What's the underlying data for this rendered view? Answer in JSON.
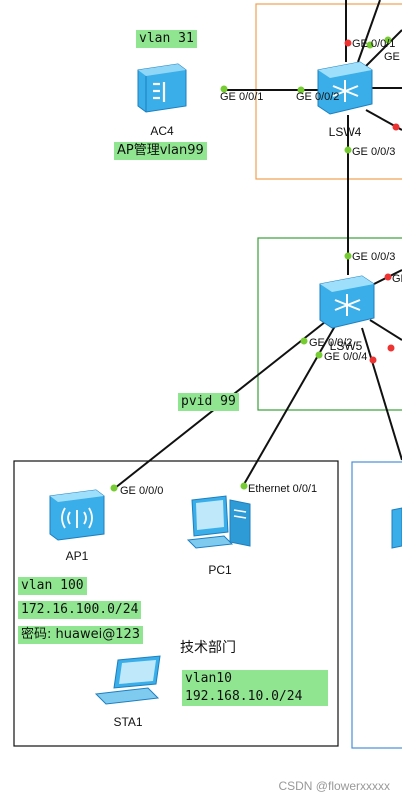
{
  "devices": {
    "ac4": "AC4",
    "lsw4": "LSW4",
    "lsw_mid": "LSW5",
    "ap1": "AP1",
    "pc1": "PC1",
    "sta1": "STA1"
  },
  "ports": {
    "ac4_port": "GE 0/0/1",
    "lsw4_ac": "GE 0/0/2",
    "lsw4_down": "GE 0/0/3",
    "lsw4_top1": "GE 0/0/1",
    "lsw4_top2": "GE",
    "mid_up": "GE 0/0/3",
    "mid_ap": "GE 0/0/2",
    "mid_pc": "GE 0/0/4",
    "mid_right": "GE",
    "ap_port": "GE 0/0/0",
    "pc_port": "Ethernet 0/0/1"
  },
  "notes": {
    "vlan31": "vlan 31",
    "ap_mgmt": "AP管理vlan99",
    "pvid": "pvid 99",
    "vlan100": "vlan 100",
    "subnet100": "172.16.100.0/24",
    "password": "密码: huawei@123",
    "dept": "技术部门",
    "vlan10": "vlan10",
    "subnet10": "192.168.10.0/24"
  },
  "watermark": "CSDN @flowerxxxxx",
  "colors": {
    "box_orange": "#f0a050",
    "box_green": "#3aa03a",
    "box_blue": "#4a90d9",
    "port_up": "#77cc33",
    "port_down": "#ee3333",
    "device_blue": "#3aaee8",
    "note_bg": "#90e690"
  },
  "icons": [
    "ac-controller-icon",
    "switch-icon",
    "access-point-icon",
    "pc-icon",
    "laptop-icon"
  ]
}
